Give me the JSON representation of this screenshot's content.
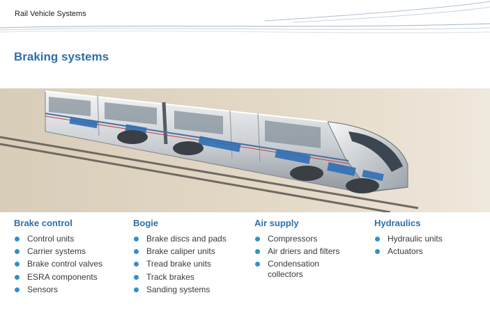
{
  "header": {
    "label": "Rail Vehicle Systems"
  },
  "page": {
    "title": "Braking systems"
  },
  "colors": {
    "accent": "#2f6fa8",
    "bullet": "#2f8fd0"
  },
  "columns": [
    {
      "title": "Brake control",
      "items": [
        "Control units",
        "Carrier systems",
        "Brake control valves",
        "ESRA components",
        "Sensors"
      ]
    },
    {
      "title": "Bogie",
      "items": [
        "Brake discs and pads",
        "Brake caliper units",
        "Tread brake units",
        "Track brakes",
        "Sanding systems"
      ]
    },
    {
      "title": "Air supply",
      "items": [
        "Compressors",
        "Air driers and filters",
        "Condensation collectors"
      ]
    },
    {
      "title": "Hydraulics",
      "items": [
        "Hydraulic units",
        "Actuators"
      ]
    }
  ]
}
